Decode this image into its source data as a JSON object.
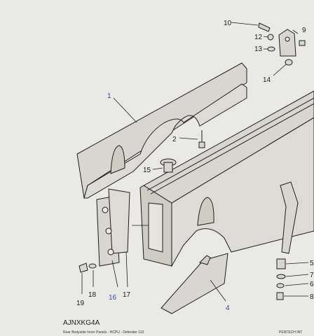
{
  "diagram": {
    "callouts": [
      {
        "id": "1",
        "color": "blue"
      },
      {
        "id": "2",
        "color": "dark"
      },
      {
        "id": "4",
        "color": "blue"
      },
      {
        "id": "9",
        "color": "dark"
      },
      {
        "id": "10",
        "color": "dark"
      },
      {
        "id": "12",
        "color": "dark"
      },
      {
        "id": "13",
        "color": "dark"
      },
      {
        "id": "14",
        "color": "dark"
      },
      {
        "id": "15",
        "color": "dark"
      },
      {
        "id": "16",
        "color": "blue"
      },
      {
        "id": "17",
        "color": "dark"
      },
      {
        "id": "18",
        "color": "dark"
      },
      {
        "id": "19",
        "color": "dark"
      },
      {
        "id": "5",
        "color": "dark"
      },
      {
        "id": "7",
        "color": "dark"
      },
      {
        "id": "6",
        "color": "dark"
      },
      {
        "id": "8",
        "color": "dark"
      }
    ],
    "footer": {
      "code": "AJNXKG4A",
      "caption": "Rear Bodyside Inner Panels - HCPU - Defender 110",
      "publisher": "PENTECH INT"
    }
  },
  "colors": {
    "paper": "#e9e9e7",
    "part_fill": "#d9d6cf",
    "line": "#1d1d1d",
    "label_blue": "#2f4f93",
    "label_green": "#2f6a4a"
  }
}
